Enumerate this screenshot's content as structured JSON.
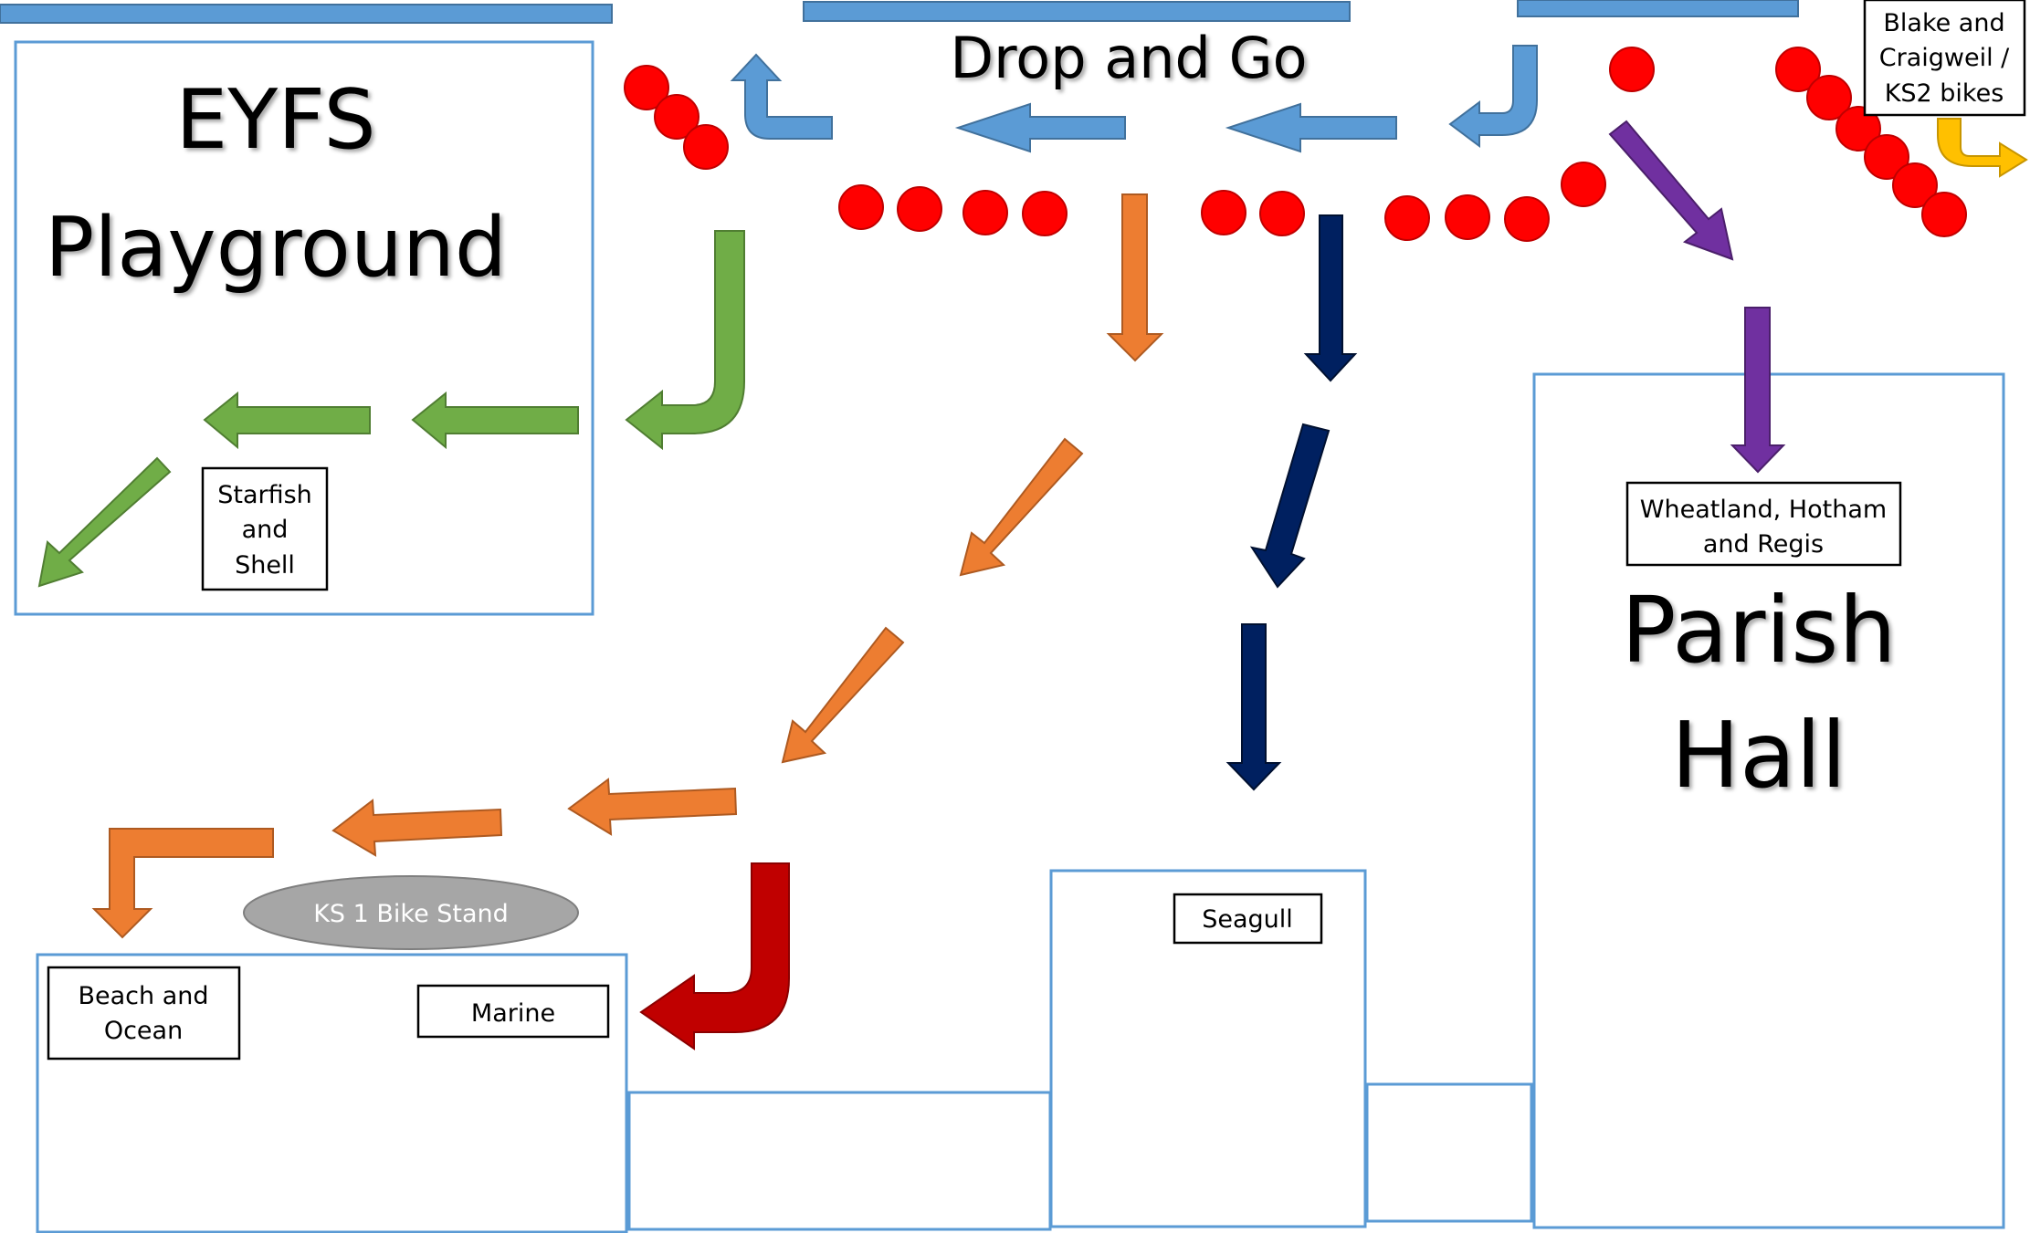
{
  "title": "Drop and Go",
  "areas": {
    "eyfs_line1": "EYFS",
    "eyfs_line2": "Playground",
    "parish_line1": "Parish",
    "parish_line2": "Hall"
  },
  "labels": {
    "blake_line1": "Blake and",
    "blake_line2": "Craigweil /",
    "blake_line3": "KS2 bikes",
    "starfish_line1": "Starfish",
    "starfish_line2": "and",
    "starfish_line3": "Shell",
    "wheatland_line1": "Wheatland, Hotham",
    "wheatland_line2": "and Regis",
    "seagull": "Seagull",
    "beach_line1": "Beach and",
    "beach_line2": "Ocean",
    "marine": "Marine",
    "bike_stand": "KS 1 Bike Stand"
  },
  "colors": {
    "road_blue": "#5b9bd5",
    "eyfs_green": "#70ad47",
    "ks1_orange": "#ed7d31",
    "seagull_navy": "#002060",
    "marine_red": "#c00000",
    "parish_purple": "#7030a0",
    "ks2_yellow": "#ffc000",
    "cone_red": "#ff0000",
    "bike_stand_grey": "#a6a6a6"
  }
}
